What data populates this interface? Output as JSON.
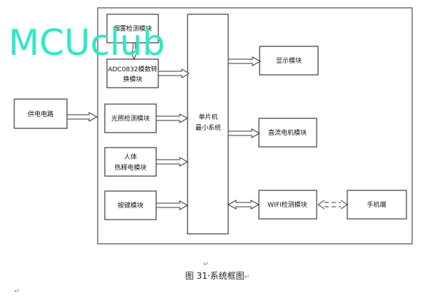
{
  "diagram": {
    "blocks": {
      "smoke": "烟雾检测模块",
      "adc_line1": "ADC0832模数转",
      "adc_line2": "换模块",
      "power": "供电电路",
      "light": "光照检测模块",
      "human_line1": "人体",
      "human_line2": "热释电模块",
      "keys": "按键模块",
      "mcu_line1": "单片机",
      "mcu_line2": "最小系统",
      "display": "显示模块",
      "dc_motor": "直流电机模块",
      "wifi": "WIFI检测模块",
      "phone": "手机端"
    },
    "connections": [
      {
        "from": "smoke",
        "to": "adc",
        "type": "single-arrow"
      },
      {
        "from": "adc",
        "to": "mcu",
        "type": "single-arrow"
      },
      {
        "from": "power",
        "to": "system",
        "type": "single-arrow"
      },
      {
        "from": "light",
        "to": "mcu",
        "type": "single-arrow"
      },
      {
        "from": "human",
        "to": "mcu",
        "type": "single-arrow"
      },
      {
        "from": "keys",
        "to": "mcu",
        "type": "single-arrow"
      },
      {
        "from": "mcu",
        "to": "display",
        "type": "single-arrow"
      },
      {
        "from": "mcu",
        "to": "dc_motor",
        "type": "single-arrow"
      },
      {
        "from": "mcu",
        "to": "wifi",
        "type": "double-arrow"
      },
      {
        "from": "wifi",
        "to": "phone",
        "type": "dashed-double-arrow"
      }
    ]
  },
  "watermark": "MCUclub",
  "caption": "图 31·系统框图",
  "paragraph_mark": "↵"
}
